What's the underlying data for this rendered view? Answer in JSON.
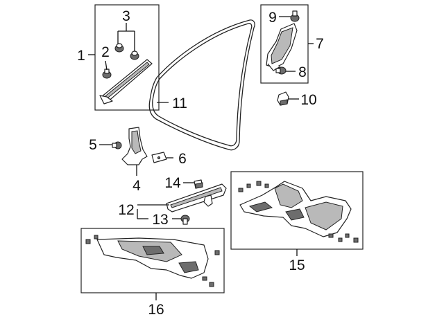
{
  "diagram": {
    "callouts": [
      {
        "id": "c1",
        "label": "1"
      },
      {
        "id": "c2",
        "label": "2"
      },
      {
        "id": "c3",
        "label": "3"
      },
      {
        "id": "c4",
        "label": "4"
      },
      {
        "id": "c5",
        "label": "5"
      },
      {
        "id": "c6",
        "label": "6"
      },
      {
        "id": "c7",
        "label": "7"
      },
      {
        "id": "c8",
        "label": "8"
      },
      {
        "id": "c9",
        "label": "9"
      },
      {
        "id": "c10",
        "label": "10"
      },
      {
        "id": "c11",
        "label": "11"
      },
      {
        "id": "c12",
        "label": "12"
      },
      {
        "id": "c13",
        "label": "13"
      },
      {
        "id": "c14",
        "label": "14"
      },
      {
        "id": "c15",
        "label": "15"
      },
      {
        "id": "c16",
        "label": "16"
      }
    ]
  },
  "colors": {
    "line": "#222222",
    "background": "#ffffff",
    "shade_dark": "#6d6d6d",
    "shade_mid": "#b9b9b9"
  }
}
